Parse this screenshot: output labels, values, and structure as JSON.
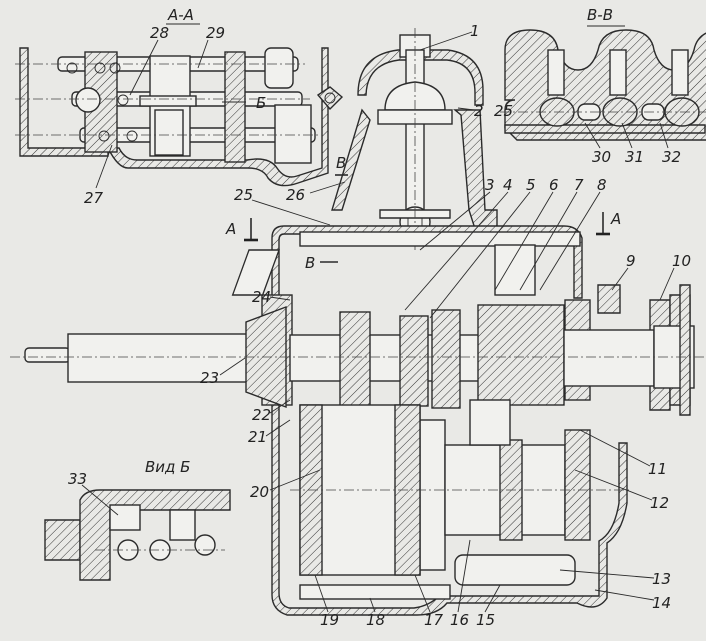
{
  "section_titles": {
    "aa": "А-А",
    "vv": "В-В",
    "view_b": "Вид Б"
  },
  "markers": {
    "b_arrow": "Б",
    "v_top": "В",
    "v_bottom": "В",
    "a_left": "А",
    "a_right": "А"
  },
  "callouts": {
    "n1": "1",
    "n2": "2",
    "n3": "3",
    "n4": "4",
    "n5": "5",
    "n6": "6",
    "n7": "7",
    "n8": "8",
    "n9": "9",
    "n10": "10",
    "n11": "11",
    "n12": "12",
    "n13": "13",
    "n14": "14",
    "n15": "15",
    "n16": "16",
    "n17": "17",
    "n18": "18",
    "n19": "19",
    "n20": "20",
    "n21": "21",
    "n22": "22",
    "n23": "23",
    "n24": "24",
    "n25": "25",
    "n25b": "25",
    "n26": "26",
    "n27": "27",
    "n28": "28",
    "n29": "29",
    "n30": "30",
    "n31": "31",
    "n32": "32",
    "n33": "33"
  }
}
